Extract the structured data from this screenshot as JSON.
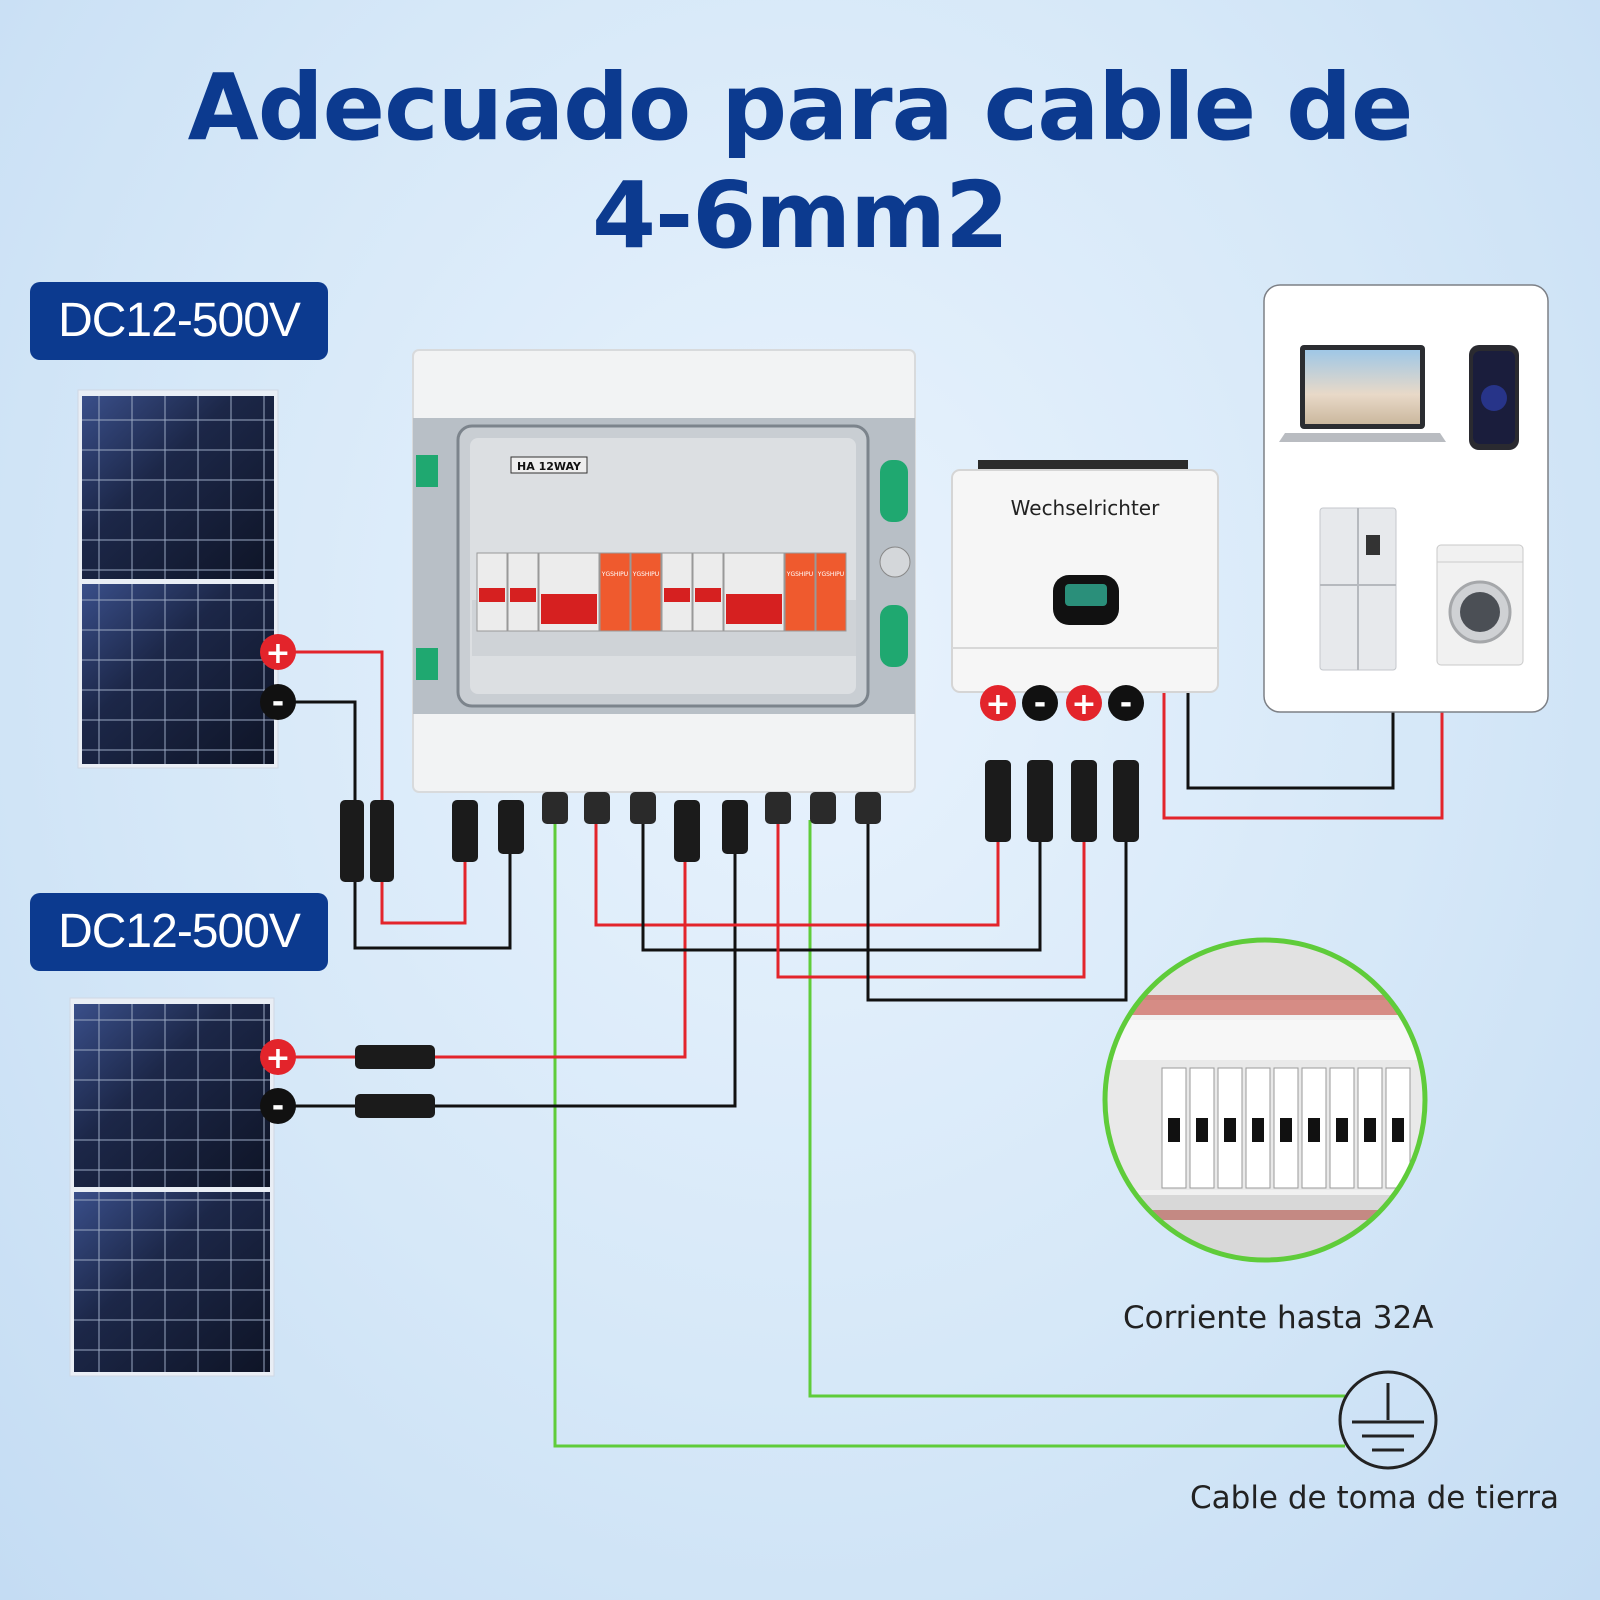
{
  "title": {
    "line1": "Adecuado para cable de",
    "line2": "4-6mm2"
  },
  "panels": [
    {
      "badge": "DC12-500V",
      "plus": "+",
      "minus": "-"
    },
    {
      "badge": "DC12-500V",
      "plus": "+",
      "minus": "-"
    }
  ],
  "combiner_box": {
    "label": "HA 12WAY",
    "brand": "YGSHIPU"
  },
  "inverter": {
    "label": "Wechselrichter",
    "terminals": [
      "+",
      "-",
      "+",
      "-"
    ]
  },
  "loads": [
    "laptop-icon",
    "smartphone-icon",
    "refrigerator-icon",
    "washing-machine-icon"
  ],
  "breaker_inset": {
    "caption": "Corriente hasta 32A"
  },
  "ground": {
    "caption": "Cable de toma de tierra"
  },
  "colors": {
    "title": "#0c3a8f",
    "badge": "#0c3a8f",
    "wire_positive": "#e3242b",
    "wire_negative": "#111111",
    "wire_ground": "#5fcc3a",
    "inset_ring": "#5fcc3a"
  }
}
